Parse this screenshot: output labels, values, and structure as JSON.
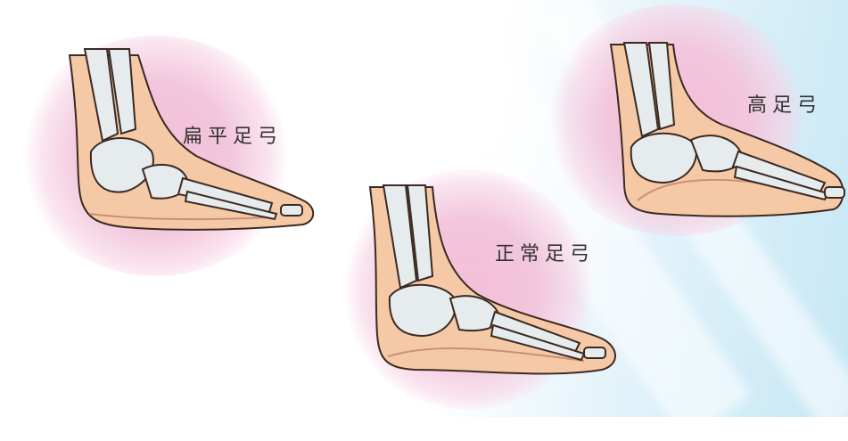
{
  "labels": {
    "flat": "扁平足弓",
    "normal": "正常足弓",
    "high": "高足弓"
  },
  "colors": {
    "skin": "#f6c9a6",
    "skin_outline": "#3a2a22",
    "bone": "#e6ebee",
    "glow": "#f2c0d8",
    "background_accent": "#c7e7f5"
  },
  "icons": {
    "flat": "flat-arch-foot-icon",
    "normal": "normal-arch-foot-icon",
    "high": "high-arch-foot-icon"
  }
}
